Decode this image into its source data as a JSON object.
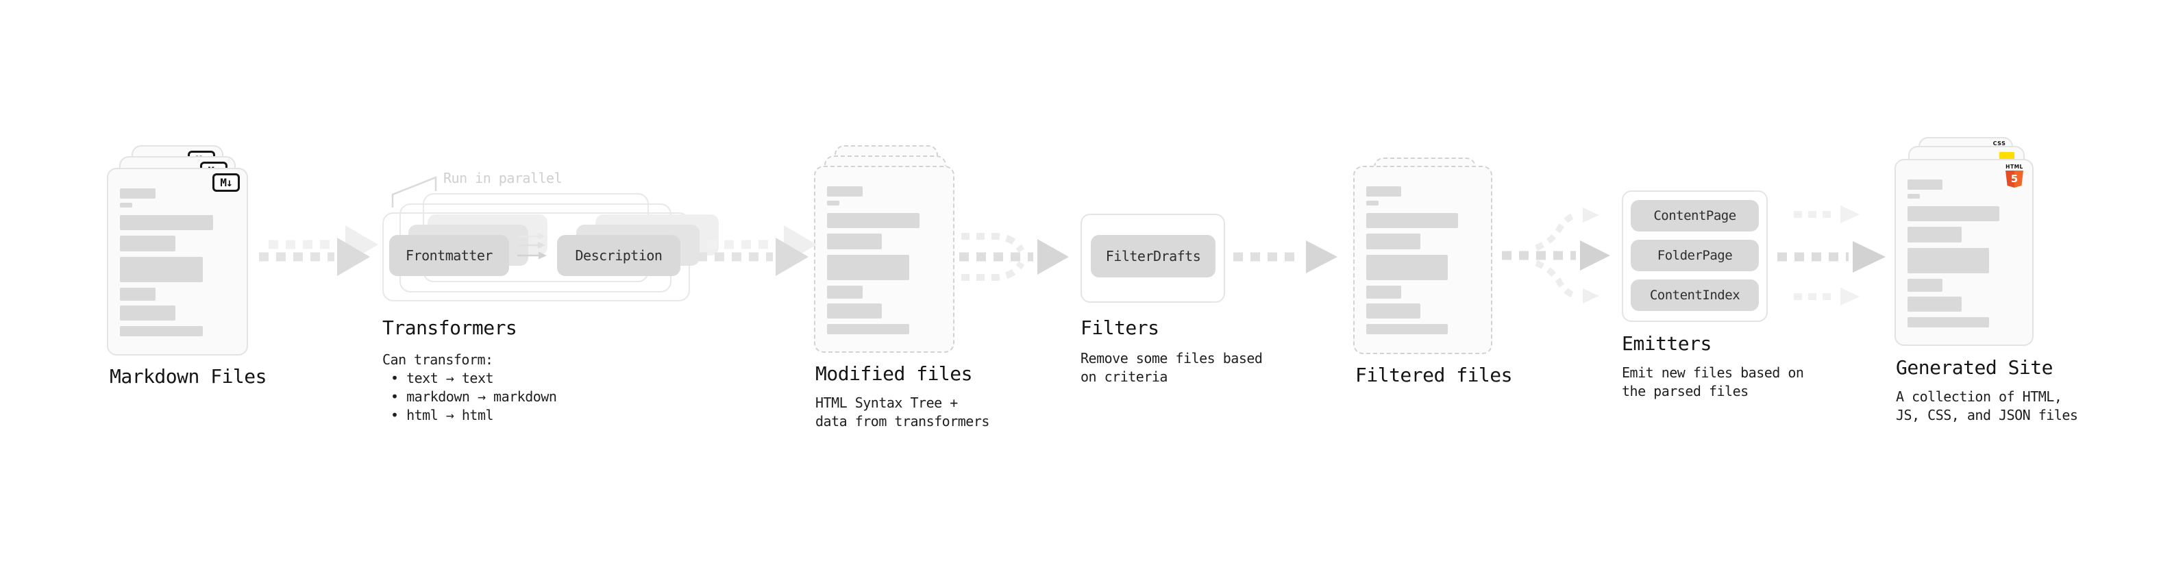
{
  "colors": {
    "html5_orange_dark": "#e44d26",
    "html5_orange_light": "#f16529",
    "css_blue": "#2965f1",
    "js_yellow": "#ffdd00",
    "pill_gray": "#d9d9d9",
    "card_border": "#e3e3e3",
    "bar_gray": "#d9d9d9",
    "arrow_gray": "#d6d6d6",
    "faint_gray": "#efefef",
    "text_dark": "#161616",
    "callout_gray": "#cfcfcf"
  },
  "doc_bars": [
    {
      "w": 31,
      "h": 15,
      "mb": 6
    },
    {
      "w": 11,
      "h": 7,
      "mb": 11
    },
    {
      "w": 81,
      "h": 22,
      "mb": 8
    },
    {
      "w": 48,
      "h": 23,
      "mb": 8
    },
    {
      "w": 72,
      "h": 37,
      "mb": 8
    },
    {
      "w": 31,
      "h": 19,
      "mb": 7
    },
    {
      "w": 48,
      "h": 22,
      "mb": 8
    },
    {
      "w": 72,
      "h": 15,
      "mb": 0
    }
  ],
  "stages": {
    "markdown": {
      "label": "Markdown Files",
      "badge": "M↓"
    },
    "transformers": {
      "label": "Transformers",
      "callout": "Run in parallel",
      "pill_left": "Frontmatter",
      "pill_right": "Description",
      "desc_intro": "Can transform:",
      "bullets": [
        "• text → text",
        "• markdown → markdown",
        "• html → html"
      ]
    },
    "modified": {
      "label": "Modified files",
      "desc": [
        "HTML Syntax Tree +",
        "data from transformers"
      ]
    },
    "filters": {
      "label": "Filters",
      "pill": "FilterDrafts",
      "desc": [
        "Remove some files based",
        "on criteria"
      ]
    },
    "filtered": {
      "label": "Filtered files"
    },
    "emitters": {
      "label": "Emitters",
      "pills": [
        "ContentPage",
        "FolderPage",
        "ContentIndex"
      ],
      "desc": [
        "Emit new files based on",
        "the parsed files"
      ]
    },
    "generated": {
      "label": "Generated Site",
      "desc": [
        "A collection of HTML,",
        "JS, CSS, and JSON files"
      ],
      "badge_html": "HTML",
      "badge_html_number": "5",
      "badge_css": "CSS"
    }
  }
}
